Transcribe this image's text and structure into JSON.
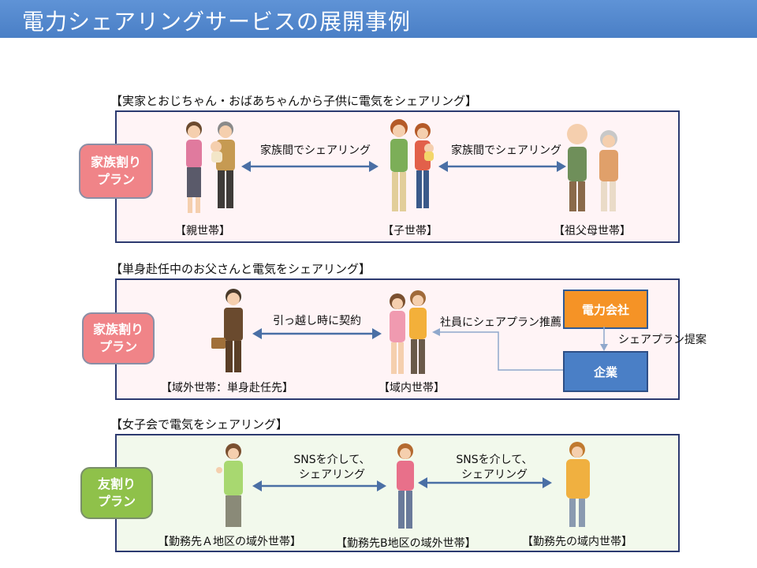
{
  "title": "電力シェアリングサービスの展開事例",
  "sections": [
    {
      "heading": "【実家とおじちゃん・おばあちゃんから子供に電気をシェアリング】",
      "plan": {
        "line1": "家族割り",
        "line2": "プラン",
        "color": "#f08488"
      },
      "households": [
        "【親世帯】",
        "【子世帯】",
        "【祖父母世帯】"
      ],
      "arrows": [
        "家族間でシェアリング",
        "家族間でシェアリング"
      ]
    },
    {
      "heading": "【単身赴任中のお父さんと電気をシェアリング】",
      "plan": {
        "line1": "家族割り",
        "line2": "プラン",
        "color": "#f08488"
      },
      "households": [
        "【域外世帯：単身赴任先】",
        "【域内世帯】"
      ],
      "arrows": [
        "引っ越し時に契約",
        "社員にシェアプラン推薦",
        "シェアプラン提案"
      ],
      "boxes": {
        "power_company": "電力会社",
        "company": "企業"
      }
    },
    {
      "heading": "【女子会で電気をシェアリング】",
      "plan": {
        "line1": "友割り",
        "line2": "プラン",
        "color": "#8fc14a"
      },
      "households": [
        "【勤務先Ａ地区の域外世帯】",
        "【勤務先B地区の域外世帯】",
        "【勤務先の域内世帯】"
      ],
      "arrows": [
        {
          "line1": "SNSを介して、",
          "line2": "シェアリング"
        },
        {
          "line1": "SNSを介して、",
          "line2": "シェアリング"
        }
      ]
    }
  ],
  "colors": {
    "title_bar": "#4a7fc6",
    "panel_border": "#2c3a70",
    "arrow": "#4a6fa5",
    "orange_box": "#f59326",
    "blue_box": "#4a7fc6"
  }
}
